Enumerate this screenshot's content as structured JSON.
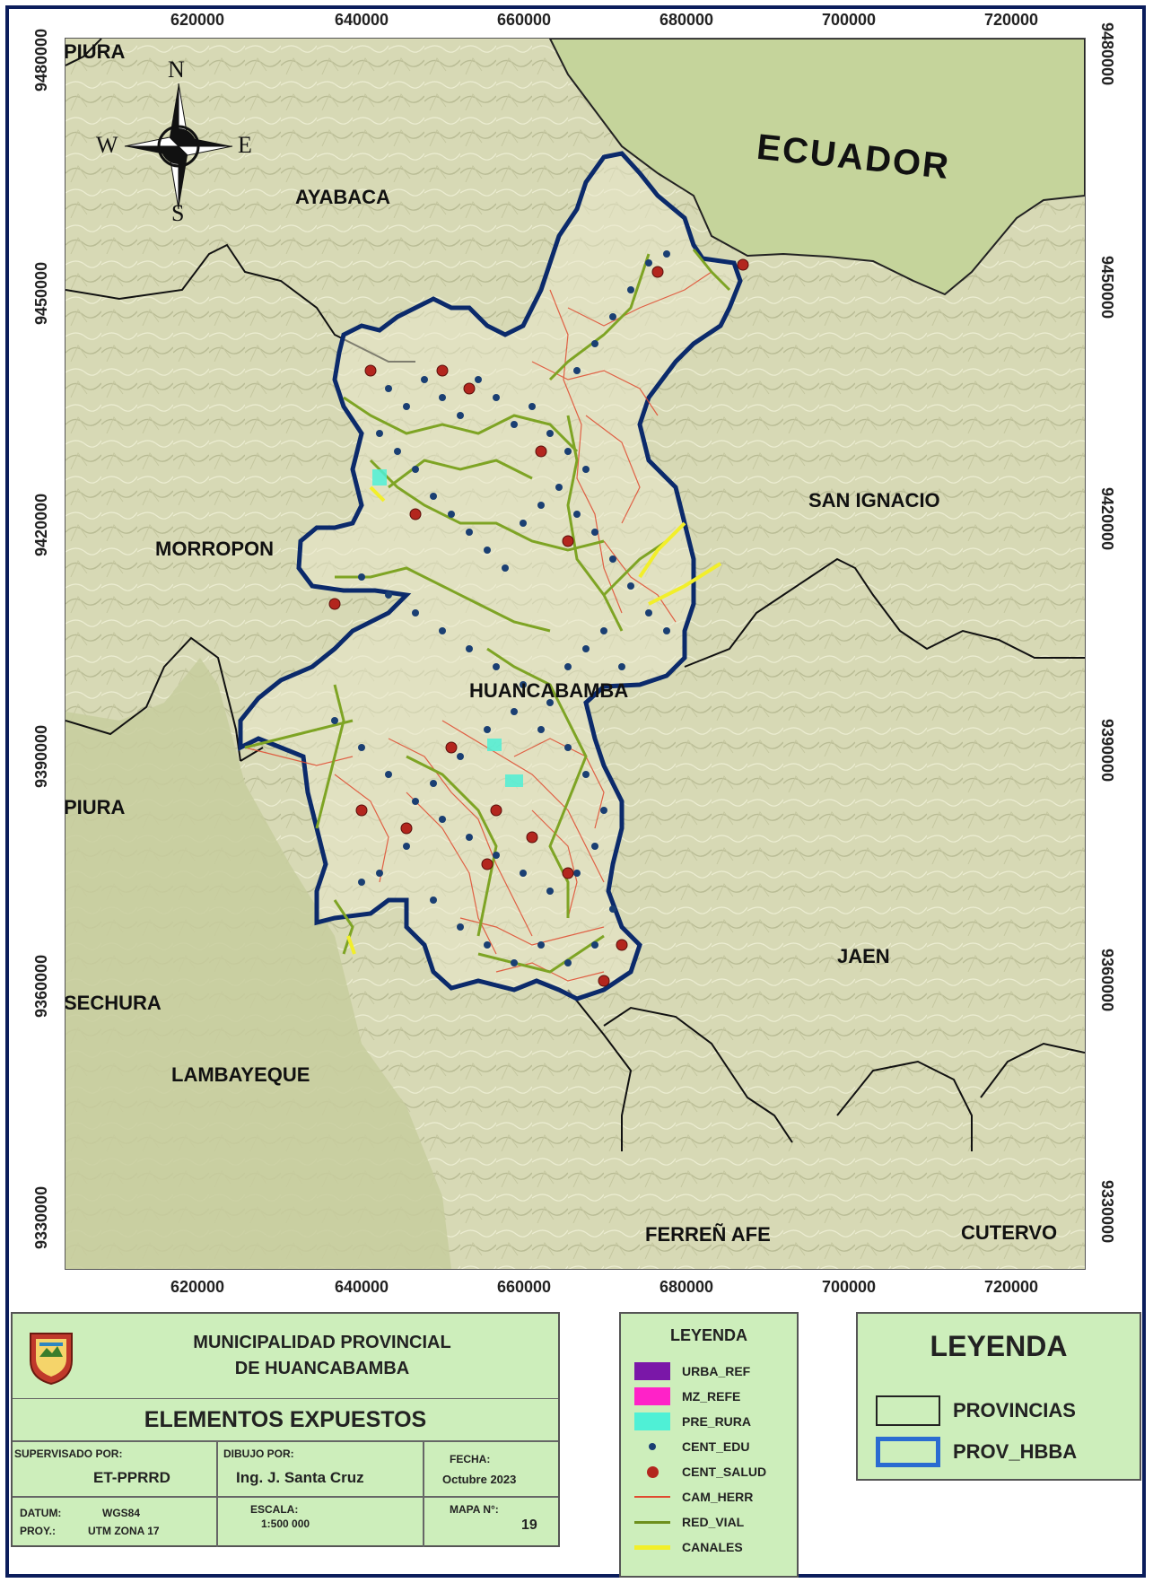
{
  "map": {
    "x_ticks": [
      "620000",
      "640000",
      "660000",
      "680000",
      "700000",
      "720000"
    ],
    "y_ticks": [
      "9480000",
      "9450000",
      "9420000",
      "9390000",
      "9360000",
      "9330000"
    ],
    "compass": {
      "n": "N",
      "s": "S",
      "e": "E",
      "w": "W"
    },
    "places": {
      "piura_top": "PIURA",
      "ayabaca": "AYABACA",
      "ecuador": "ECUADOR",
      "san_ignacio": "SAN IGNACIO",
      "morropon": "MORROPON",
      "huancabamba": "HUANCABAMBA",
      "piura_mid": "PIURA",
      "jaen": "JAEN",
      "sechura": "SECHURA",
      "lambayeque": "LAMBAYEQUE",
      "ferrenafe": "FERREÑ AFE",
      "cutervo": "CUTERVO"
    },
    "colors": {
      "terrain": "#d7d9b5",
      "ecuador": "#c5d49b",
      "plain": "#c7cc9e",
      "boundary": "#0b2a6b",
      "road": "#7ea424",
      "path": "#e04a2f",
      "edu": "#1a3f73",
      "health": "#b3261e",
      "canal": "#f2ef2a"
    }
  },
  "title_block": {
    "org_line1": "MUNICIPALIDAD PROVINCIAL",
    "org_line2": "DE HUANCABAMBA",
    "map_title": "ELEMENTOS EXPUESTOS",
    "supervised_label": "SUPERVISADO POR:",
    "supervised_value": "ET-PPRRD",
    "drawn_label": "DIBUJO POR:",
    "drawn_value": "Ing. J. Santa Cruz",
    "date_label": "FECHA:",
    "date_value": "Octubre 2023",
    "datum_label": "DATUM:",
    "datum_value": "WGS84",
    "proj_label": "PROY.:",
    "proj_value": "UTM ZONA 17",
    "scale_label": "ESCALA:",
    "scale_value": "1:500 000",
    "map_no_label": "MAPA N°:",
    "map_no_value": "19"
  },
  "legend_small": {
    "title": "LEYENDA",
    "items": [
      {
        "label": "URBA_REF",
        "color": "#7a17a8"
      },
      {
        "label": "MZ_REFE",
        "color": "#ff22c8"
      },
      {
        "label": "PRE_RURA",
        "color": "#4ff0d6"
      },
      {
        "label": "CENT_EDU",
        "color": "#1a3f73"
      },
      {
        "label": "CENT_SALUD",
        "color": "#b3261e"
      },
      {
        "label": "CAM_HERR",
        "color": "#e04a2f"
      },
      {
        "label": "RED_VIAL",
        "color": "#6d8f1c"
      },
      {
        "label": "CANALES",
        "color": "#f2ef2a"
      }
    ]
  },
  "legend_big": {
    "title": "LEYENDA",
    "items": [
      {
        "label": "PROVINCIAS",
        "color": "#222222"
      },
      {
        "label": "PROV_HBBA",
        "color": "#2a6bd1"
      }
    ]
  }
}
